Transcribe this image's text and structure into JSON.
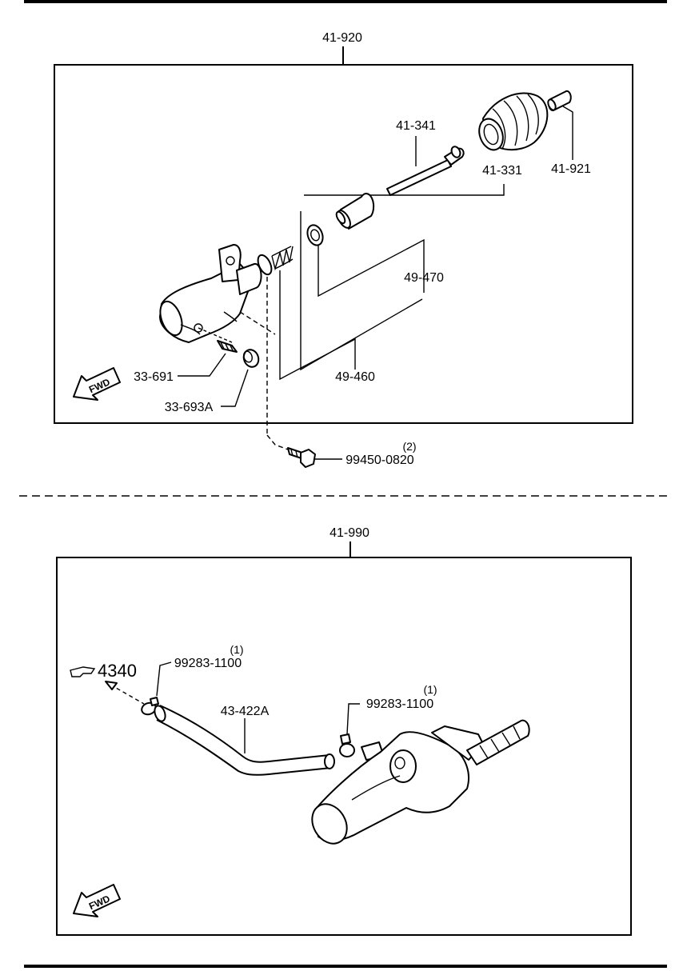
{
  "upper_section": {
    "assembly_number": "41-920",
    "parts": {
      "boot": "41-331",
      "push_rod": "41-341",
      "pin": "41-921",
      "kit_outer": "49-470",
      "kit_inner": "49-460",
      "bleeder_screw": "33-691",
      "bleeder_cap": "33-693A",
      "bolt": "99450-0820",
      "bolt_qty": "(2)"
    },
    "fwd_label": "FWD"
  },
  "lower_section": {
    "assembly_number": "41-990",
    "parts": {
      "hose": "43-422A",
      "clamp_left": "99283-1100",
      "clamp_left_qty": "(1)",
      "clamp_right": "99283-1100",
      "clamp_right_qty": "(1)"
    },
    "reference": "4340",
    "fwd_label": "FWD"
  }
}
